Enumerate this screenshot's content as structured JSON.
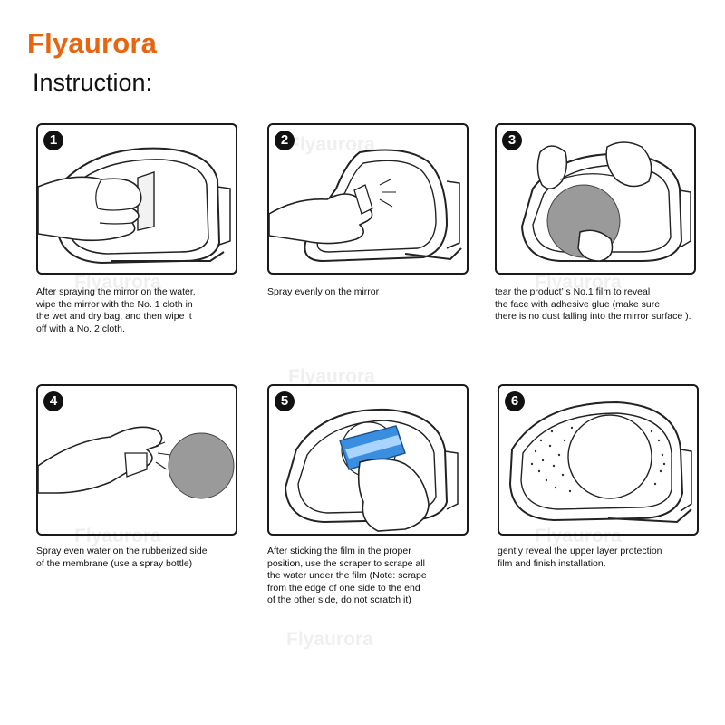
{
  "header": {
    "brand": "Flyaurora",
    "subtitle": "Instruction:"
  },
  "watermark": "Flyaurora",
  "steps": [
    {
      "number": "1",
      "caption": "After spraying the mirror on the water,\nwipe the mirror with the No. 1 cloth in\nthe wet and dry bag, and then wipe it\noff with a No. 2 cloth."
    },
    {
      "number": "2",
      "caption": "Spray evenly on the mirror"
    },
    {
      "number": "3",
      "caption": "tear the product’ s No.1 film to reveal\nthe face with adhesive glue (make sure\nthere is no dust falling into the mirror surface )."
    },
    {
      "number": "4",
      "caption": "Spray even water on the rubberized side\nof the membrane (use a spray bottle)"
    },
    {
      "number": "5",
      "caption": "After sticking the film in the proper\nposition, use the scraper to scrape all\nthe water under the film (Note: scrape\nfrom the edge of one side to the end\nof the other side, do not scratch it)"
    },
    {
      "number": "6",
      "caption": "gently reveal the upper layer protection\nfilm and finish installation."
    }
  ],
  "colors": {
    "brand": "#e8650f",
    "film": "#9a9a9a",
    "scraper": "#3a8ee0"
  }
}
